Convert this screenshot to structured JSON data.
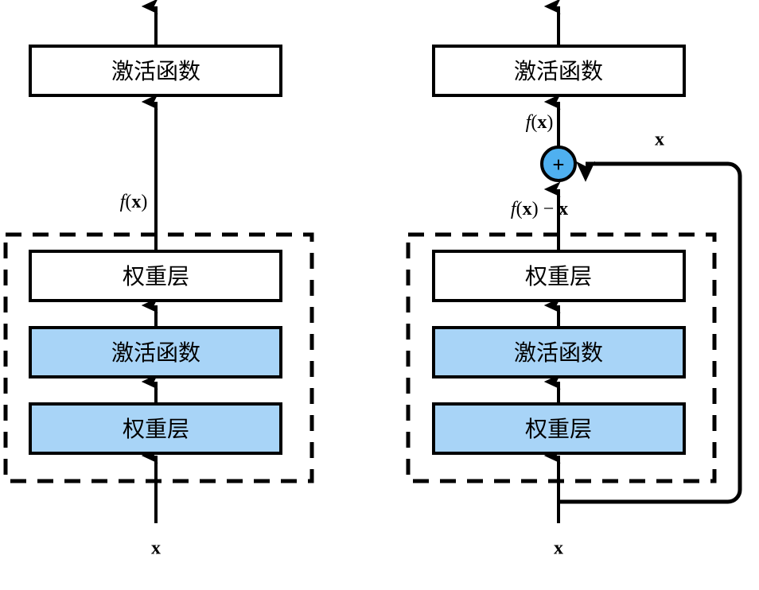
{
  "diagram": {
    "title": "residual-block-comparison",
    "colors": {
      "box_fill_white": "#ffffff",
      "box_fill_blue": "#A8D4F7",
      "circle_fill_blue": "#4FB0F0",
      "stroke": "#000000",
      "background": "#ffffff"
    },
    "panels": [
      {
        "id": "plain-block",
        "position": "left",
        "boxes": [
          {
            "id": "left-top-activation",
            "label": "激活函数",
            "fill": "white"
          },
          {
            "id": "left-weight-layer-top",
            "label": "权重层",
            "fill": "white"
          },
          {
            "id": "left-activation-inner",
            "label": "激活函数",
            "fill": "blue"
          },
          {
            "id": "left-weight-layer-bottom",
            "label": "权重层",
            "fill": "blue"
          }
        ],
        "edge_labels": [
          {
            "id": "left-fx-label",
            "f": "f",
            "open": "(",
            "var": "x",
            "close": ")",
            "text": "f(x)"
          }
        ],
        "input_label": {
          "id": "left-input-label",
          "var": "x",
          "text": "x"
        },
        "dashed_group": {
          "id": "left-dashed-group",
          "caption": ""
        }
      },
      {
        "id": "residual-block",
        "position": "right",
        "boxes": [
          {
            "id": "right-top-activation",
            "label": "激活函数",
            "fill": "white"
          },
          {
            "id": "right-weight-layer-top",
            "label": "权重层",
            "fill": "white"
          },
          {
            "id": "right-activation-inner",
            "label": "激活函数",
            "fill": "blue"
          },
          {
            "id": "right-weight-layer-bottom",
            "label": "权重层",
            "fill": "blue"
          }
        ],
        "edge_labels": [
          {
            "id": "right-fx-label",
            "f": "f",
            "open": "(",
            "var": "x",
            "close": ")",
            "text": "f(x)"
          },
          {
            "id": "right-fx-minus-x-label",
            "f": "f",
            "open": "(",
            "var": "x",
            "close": ")",
            "op": " − ",
            "var2": "x",
            "text": "f(x) − x"
          },
          {
            "id": "right-skip-label",
            "var": "x",
            "text": "x"
          }
        ],
        "input_label": {
          "id": "right-input-label",
          "var": "x",
          "text": "x"
        },
        "dashed_group": {
          "id": "right-dashed-group",
          "caption": ""
        },
        "operator": {
          "id": "add-operator",
          "symbol": "+",
          "shape": "circle"
        }
      }
    ]
  }
}
